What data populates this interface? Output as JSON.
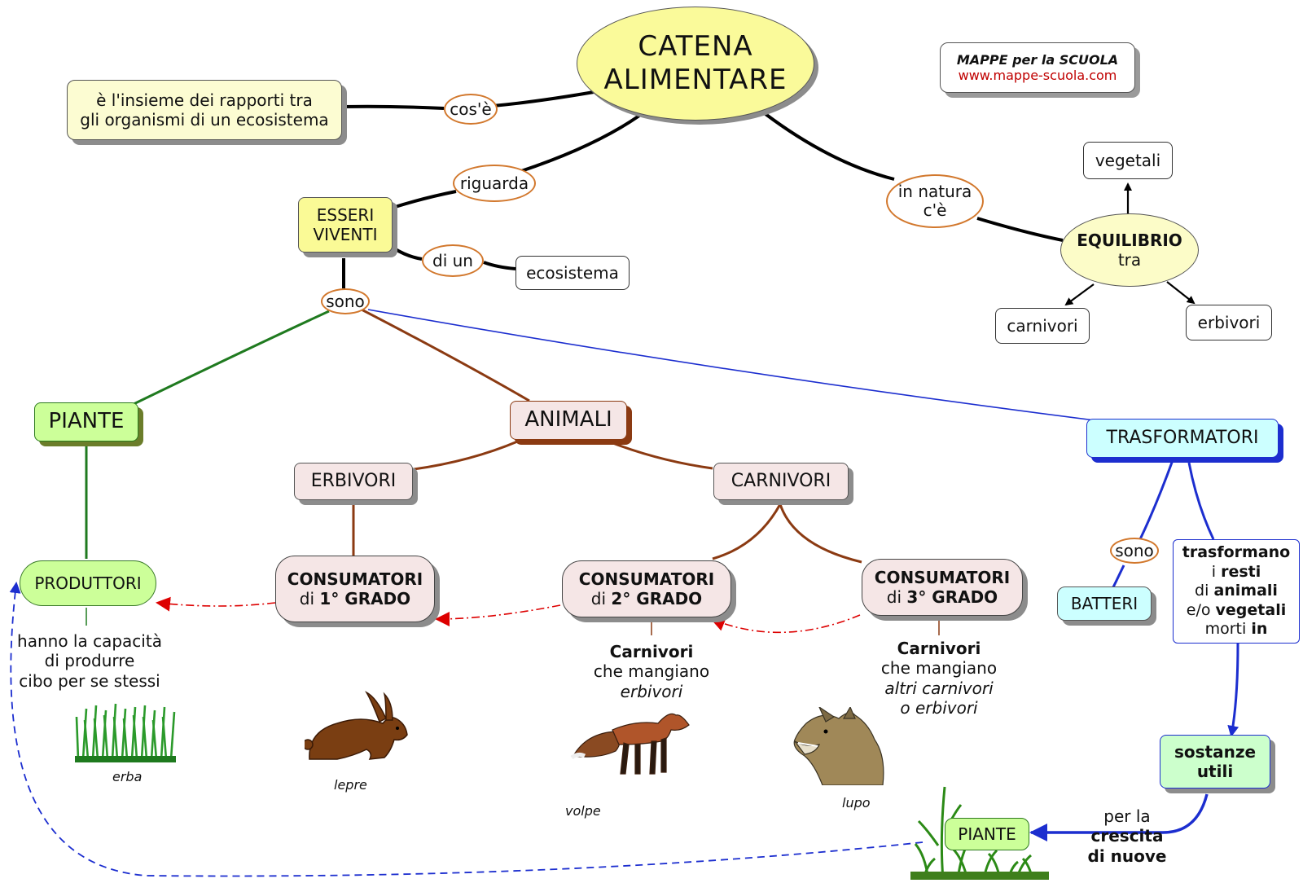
{
  "title": {
    "line1": "CATENA",
    "line2": "ALIMENTARE"
  },
  "brand": {
    "name": "MAPPE per la SCUOLA",
    "url": "www.mappe-scuola.com"
  },
  "definition": {
    "line1": "è l'insieme dei rapporti tra",
    "line2": "gli organismi di un ecosistema"
  },
  "links": {
    "cose": "cos'è",
    "riguarda": "riguarda",
    "in_natura_1": "in natura",
    "in_natura_2": "c'è",
    "di_un": "di un",
    "sono_top": "sono",
    "sono_bacteria": "sono"
  },
  "esseri_viventi": {
    "line1": "ESSERI",
    "line2": "VIVENTI"
  },
  "ecosistema": "ecosistema",
  "equilibrio": {
    "bold": "EQUILIBRIO",
    "rest": "tra"
  },
  "equilibrio_items": {
    "vegetali": "vegetali",
    "carnivori": "carnivori",
    "erbivori": "erbivori"
  },
  "piante": "PIANTE",
  "animali": "ANIMALI",
  "trasformatori": "TRASFORMATORI",
  "erbivori_node": "ERBIVORI",
  "carnivori_node": "CARNIVORI",
  "produttori": "PRODUTTORI",
  "consumatori_1": {
    "line1": "CONSUMATORI",
    "pre": "di ",
    "bold": "1° GRADO"
  },
  "consumatori_2": {
    "line1": "CONSUMATORI",
    "pre": "di ",
    "bold": "2° GRADO"
  },
  "consumatori_3": {
    "line1": "CONSUMATORI",
    "pre": "di ",
    "bold": "3° GRADO"
  },
  "produttori_desc": {
    "line1": "hanno la capacità",
    "line2": "di produrre",
    "line3": "cibo per se stessi"
  },
  "c2_desc": {
    "line1": "Carnivori",
    "line2": "che mangiano",
    "line3": "erbivori"
  },
  "c3_desc": {
    "line1": "Carnivori",
    "line2": "che mangiano",
    "line3": "altri carnivori",
    "line4": "o erbivori"
  },
  "batteri": "BATTERI",
  "trasformano": {
    "bold1": "trasformano",
    "pre2": "i ",
    "bold2": "resti",
    "pre3": "di ",
    "bold3": "animali",
    "pre4": "e/o ",
    "bold4": "vegetali",
    "pre5": "morti ",
    "bold5": "in"
  },
  "sostanze": {
    "line1": "sostanze",
    "line2": "utili"
  },
  "crescita": {
    "line1": "per la",
    "line2": "crescita",
    "line3": "di nuove"
  },
  "piante_bottom": "PIANTE",
  "image_labels": {
    "erba": "erba",
    "lepre": "lepre",
    "volpe": "volpe",
    "lupo": "lupo"
  },
  "colors": {
    "title_fill": "#fafa9a",
    "definition_fill": "#fcfcd2",
    "esseri_fill": "#fafa96",
    "equilibrio_fill": "#fcfcc8",
    "green_fill": "#ccff99",
    "animal_fill": "#f5e6e6",
    "cyan_fill": "#ccffff",
    "green_line": "#1f7a1f",
    "brown_line": "#8b3a12",
    "blue_line": "#1c2ecf",
    "red_arrow": "#dd0000"
  }
}
